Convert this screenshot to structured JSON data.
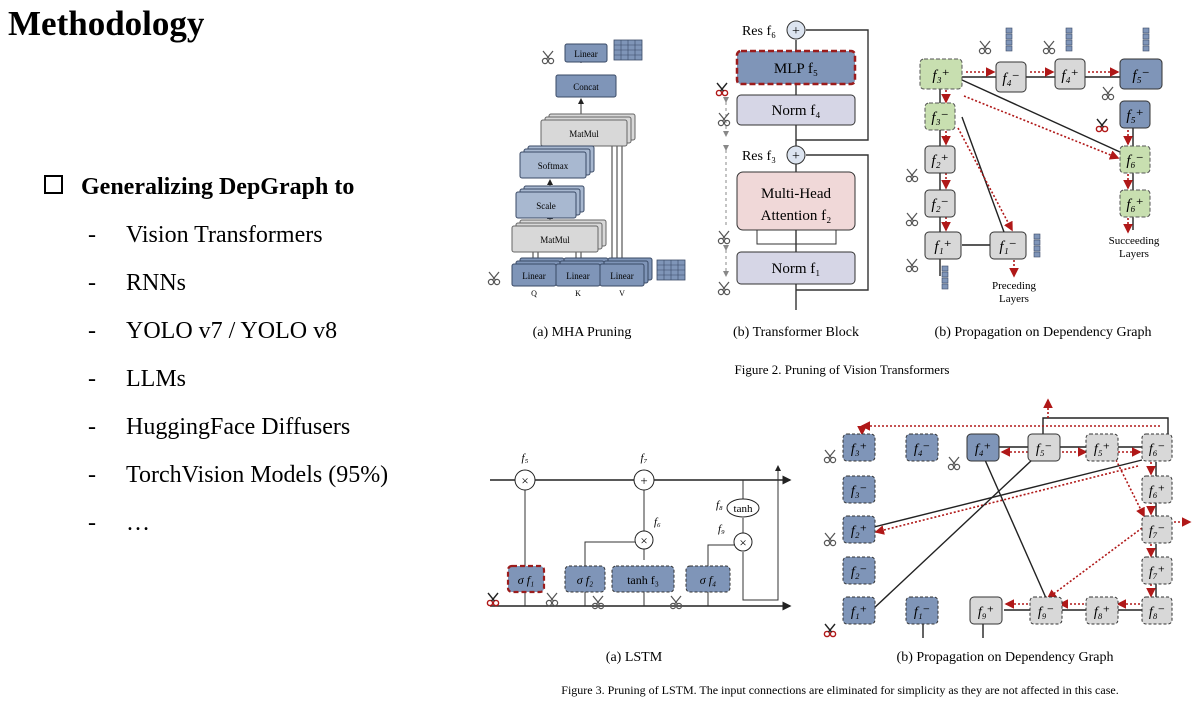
{
  "slide": {
    "title": "Methodology",
    "bullet": "Generalizing DepGraph to",
    "items": [
      "Vision Transformers",
      "RNNs",
      "YOLO v7 / YOLO v8",
      "LLMs",
      "HuggingFace Diffusers",
      "TorchVision Models (95%)",
      "…"
    ]
  },
  "colors": {
    "blue_node": "#7f95b8",
    "gray_node": "#d8d8d8",
    "pink_node": "#f0d8d8",
    "lavender_node": "#d6d6e6",
    "green_node": "#c8dfb0",
    "pruned_border": "#9b1c1c",
    "dep_arrow": "#b01818"
  },
  "fig2": {
    "caption": "Figure 2. Pruning of Vision Transformers",
    "mha": {
      "sub": "(a) MHA Pruning",
      "linear_top": "Linear",
      "concat": "Concat",
      "matmul1": "MatMul",
      "softmax": "Softmax",
      "scale": "Scale",
      "matmul2": "MatMul",
      "lin_q": "Linear",
      "lin_k": "Linear",
      "lin_v": "Linear",
      "q": "Q",
      "k": "K",
      "v": "V"
    },
    "block": {
      "sub": "(b) Transformer Block",
      "res6": "Res f₆",
      "mlp": "MLP f₅",
      "norm4": "Norm f₄",
      "res3": "Res f₃",
      "mha1": "Multi-Head",
      "mha2": "Attention f₂",
      "norm1": "Norm f₁",
      "plus": "+"
    },
    "graph": {
      "sub": "(b) Propagation on Dependency Graph",
      "f3p": "f₃⁺",
      "f4m": "f₄⁻",
      "f4p": "f₄⁺",
      "f5m": "f₅⁻",
      "f3m": "f₃⁻",
      "f5p": "f₅⁺",
      "f2p": "f₂⁺",
      "f6m": "f₆⁻",
      "f2m": "f₂⁻",
      "f6p": "f₆⁺",
      "f1p": "f₁⁺",
      "f1m": "f₁⁻",
      "succ1": "Succeeding",
      "succ2": "Layers",
      "prec1": "Preceding",
      "prec2": "Layers"
    }
  },
  "fig3": {
    "caption": "Figure 3. Pruning of LSTM. The input connections are eliminated for simplicity as they are not affected in this case.",
    "lstm": {
      "sub": "(a) LSTM",
      "f5": "f₅",
      "f7": "f₇",
      "f6": "f₆",
      "f8": "f₈",
      "f9": "f₉",
      "tanh": "tanh",
      "s1": "σ f₁",
      "s2": "σ f₂",
      "t3": "tanh f₃",
      "s4": "σ f₄",
      "times": "×",
      "plus": "+"
    },
    "graph": {
      "sub": "(b) Propagation on Dependency Graph",
      "f3p": "f₃⁺",
      "f4m": "f₄⁻",
      "f4p": "f₄⁺",
      "f5m": "f₅⁻",
      "f5p": "f₅⁺",
      "f6m": "f₆⁻",
      "f3m": "f₃⁻",
      "f6p": "f₆⁺",
      "f2p": "f₂⁺",
      "f7m": "f₇⁻",
      "f2m": "f₂⁻",
      "f7p": "f₇⁺",
      "f1p": "f₁⁺",
      "f1m": "f₁⁻",
      "f9p": "f₉⁺",
      "f9m": "f₉⁻",
      "f8p": "f₈⁺",
      "f8m": "f₈⁻"
    }
  }
}
